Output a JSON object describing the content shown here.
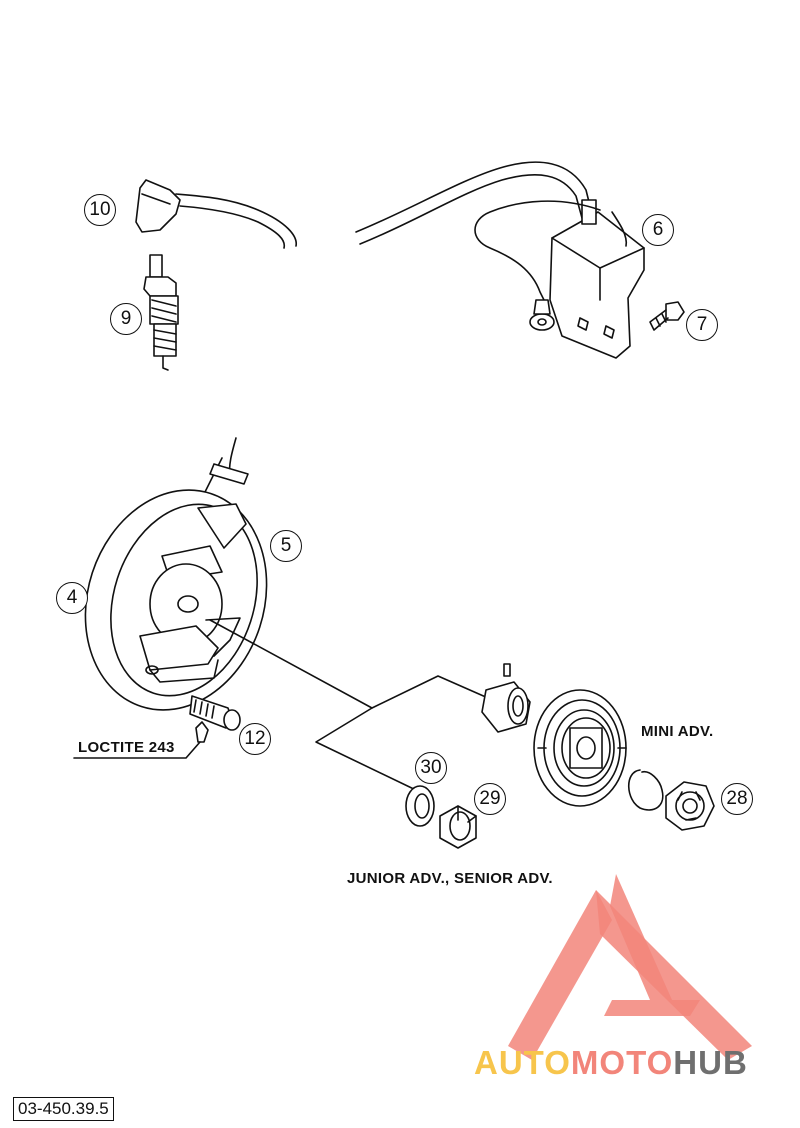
{
  "callouts": {
    "c10": "10",
    "c9": "9",
    "c6": "6",
    "c7": "7",
    "c5": "5",
    "c4": "4",
    "c12": "12",
    "c30": "30",
    "c29": "29",
    "c28": "28"
  },
  "labels": {
    "loctite": "LOCTITE 243",
    "mini_adv": "MINI ADV.",
    "junior_senior": "JUNIOR ADV., SENIOR ADV."
  },
  "doc_code": "03-450.39.5",
  "watermark": {
    "part1": "AUTO",
    "part2": "MOTO",
    "part3": "HUB",
    "color1": "#f7c54c",
    "color2": "#f2857a",
    "color3": "#6f6f6f"
  }
}
